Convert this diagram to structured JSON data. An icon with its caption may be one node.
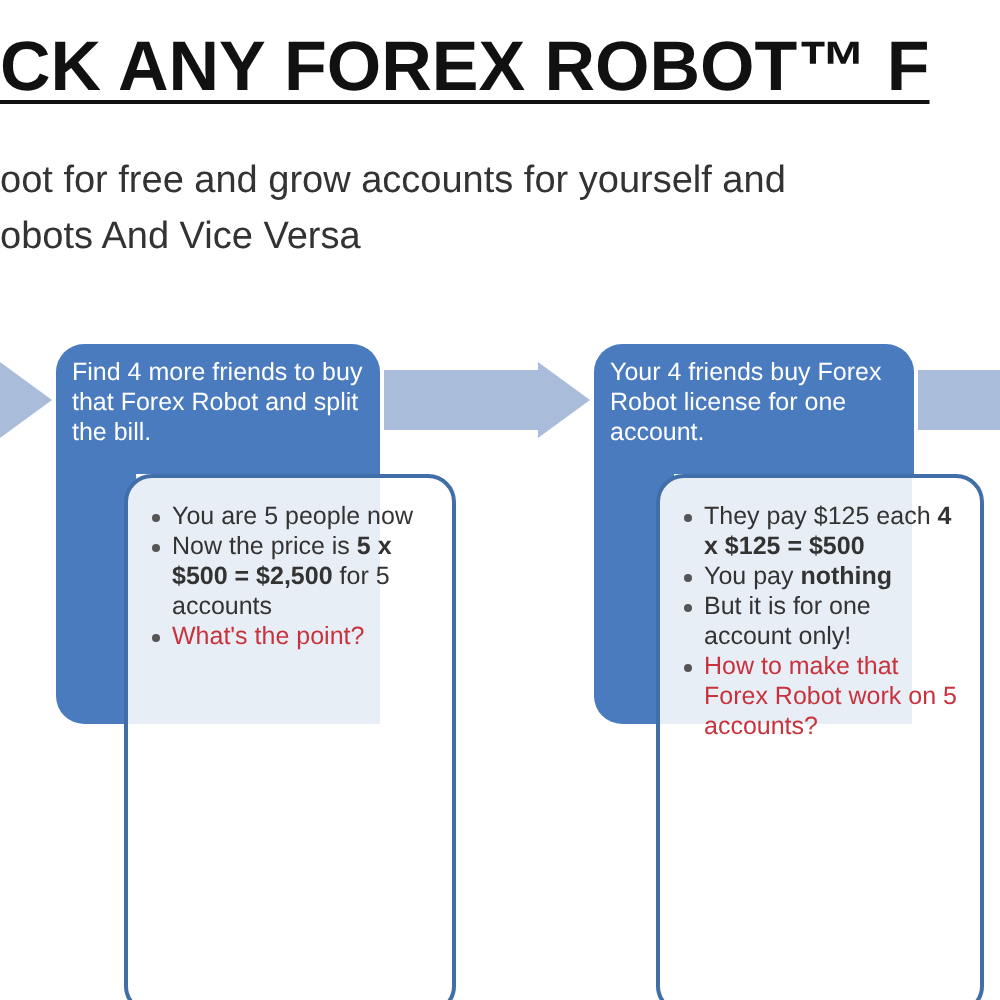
{
  "diagram": {
    "title": "CK ANY FOREX ROBOT™ F",
    "nodes": [
      {
        "text": [
          "Find 4 more friends to buy that Forex Robot and split the bill."
        ]
      },
      {
        "text": [
          "You are 5 people now",
          "Now the price is **5 x $500 = $2,500** for 5 accounts",
          "What's the point?"
        ]
      },
      {
        "text": [
          "Your 4 friends buy Forex Robot license for one account."
        ]
      },
      {
        "text": [
          "They pay $125 each **4 x $125 = $500**",
          "You pay **nothing**",
          "But it is for one account only!",
          "How to make that Forex Robot work on 5 accounts?"
        ]
      }
    ],
    "edges": [
      {
        "from": null,
        "to": 0,
        "arrow": "to"
      },
      {
        "from": 0,
        "to": 2,
        "arrow": "to"
      },
      {
        "from": 2,
        "to": null,
        "arrow": "to"
      }
    ],
    "labels": [
      "oot for free and grow accounts for yourself and",
      "obots And Vice Versa"
    ]
  }
}
